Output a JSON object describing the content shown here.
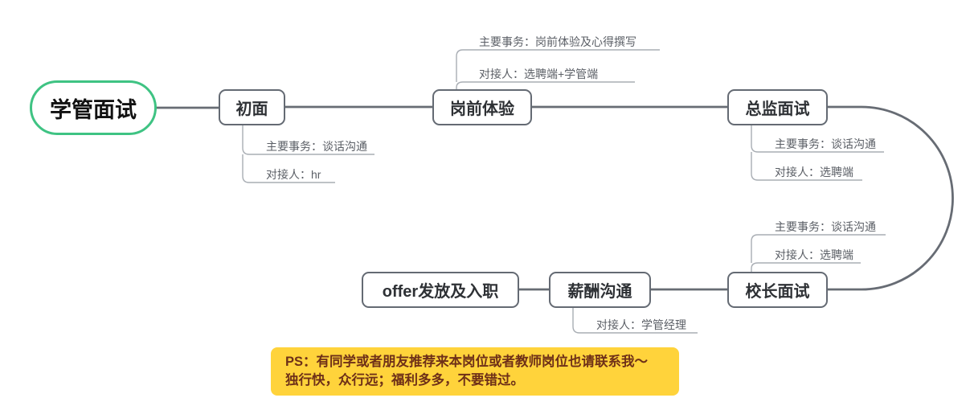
{
  "root": {
    "label": "学管面试"
  },
  "nodes": {
    "initial": "初面",
    "prejob": "岗前体验",
    "director": "总监面试",
    "principal": "校长面试",
    "salary": "薪酬沟通",
    "offer": "offer发放及入职"
  },
  "callouts": {
    "initial_tasks": "主要事务：谈话沟通",
    "initial_contact": "对接人：hr",
    "prejob_tasks": "主要事务：岗前体验及心得撰写",
    "prejob_contact": "对接人：选聘端+学管端",
    "director_tasks": "主要事务：谈话沟通",
    "director_contact": "对接人：选聘端",
    "principal_tasks": "主要事务：谈话沟通",
    "principal_contact": "对接人：选聘端",
    "salary_contact": "对接人：学管经理"
  },
  "note": {
    "line1": "PS：有同学或者朋友推荐来本岗位或者教师岗位也请联系我～",
    "line2": "独行快，众行远；福利多多，不要错过。"
  },
  "colors": {
    "root_border": "#3fc383",
    "node_border": "#646a73",
    "branch_line": "#676c74",
    "callout_line": "#a9aeb4",
    "callout_text": "#5b5f66",
    "note_bg": "#ffd33b",
    "note_text": "#6e3018",
    "canvas_bg": "#ffffff"
  }
}
